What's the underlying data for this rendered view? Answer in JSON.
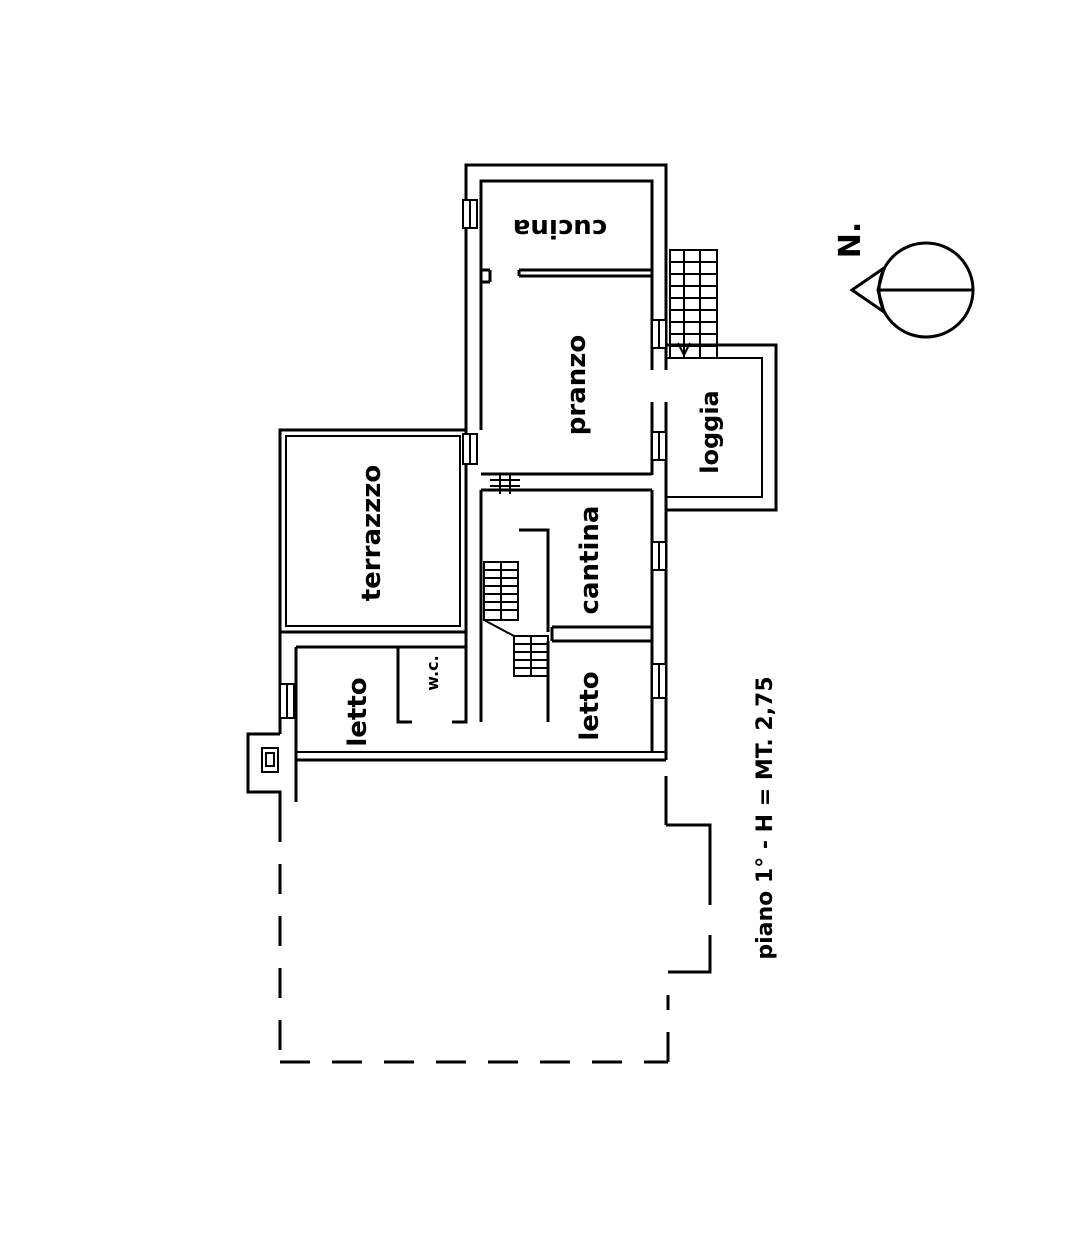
{
  "rooms": {
    "cucina": "cucina",
    "pranzo": "pranzo",
    "loggia": "loggia",
    "terrazzo": "terrazzzo",
    "cantina": "cantina",
    "wc": "w.c.",
    "letto_left": "letto",
    "letto_right": "letto"
  },
  "caption": "piano 1° - H = MT. 2,75",
  "north_label": "N.",
  "colors": {
    "ink": "#000000",
    "paper": "#ffffff"
  },
  "icons": [
    "compass-icon",
    "chimney-icon",
    "stair-arrow-icon"
  ]
}
